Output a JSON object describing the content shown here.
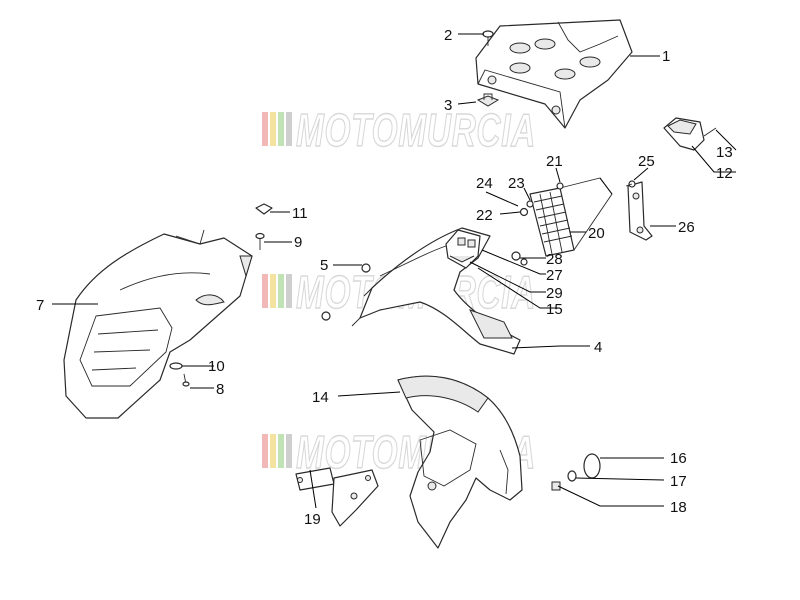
{
  "watermark": {
    "text": "MOTOMURCIA",
    "stripe_colors": [
      "#f2b8b8",
      "#f4e2a0",
      "#bfe3b5",
      "#cfcfcf"
    ]
  },
  "callouts": [
    {
      "id": "1",
      "text": "1"
    },
    {
      "id": "2",
      "text": "2"
    },
    {
      "id": "3",
      "text": "3"
    },
    {
      "id": "4",
      "text": "4"
    },
    {
      "id": "5",
      "text": "5"
    },
    {
      "id": "7",
      "text": "7"
    },
    {
      "id": "8",
      "text": "8"
    },
    {
      "id": "9",
      "text": "9"
    },
    {
      "id": "10",
      "text": "10"
    },
    {
      "id": "11",
      "text": "11"
    },
    {
      "id": "12",
      "text": "12"
    },
    {
      "id": "13",
      "text": "13"
    },
    {
      "id": "14",
      "text": "14"
    },
    {
      "id": "15",
      "text": "15"
    },
    {
      "id": "16",
      "text": "16"
    },
    {
      "id": "17",
      "text": "17"
    },
    {
      "id": "18",
      "text": "18"
    },
    {
      "id": "19",
      "text": "19"
    },
    {
      "id": "20",
      "text": "20"
    },
    {
      "id": "21",
      "text": "21"
    },
    {
      "id": "22",
      "text": "22"
    },
    {
      "id": "23",
      "text": "23"
    },
    {
      "id": "24",
      "text": "24"
    },
    {
      "id": "25",
      "text": "25"
    },
    {
      "id": "26",
      "text": "26"
    },
    {
      "id": "27",
      "text": "27"
    },
    {
      "id": "28",
      "text": "28"
    },
    {
      "id": "29",
      "text": "29"
    }
  ]
}
